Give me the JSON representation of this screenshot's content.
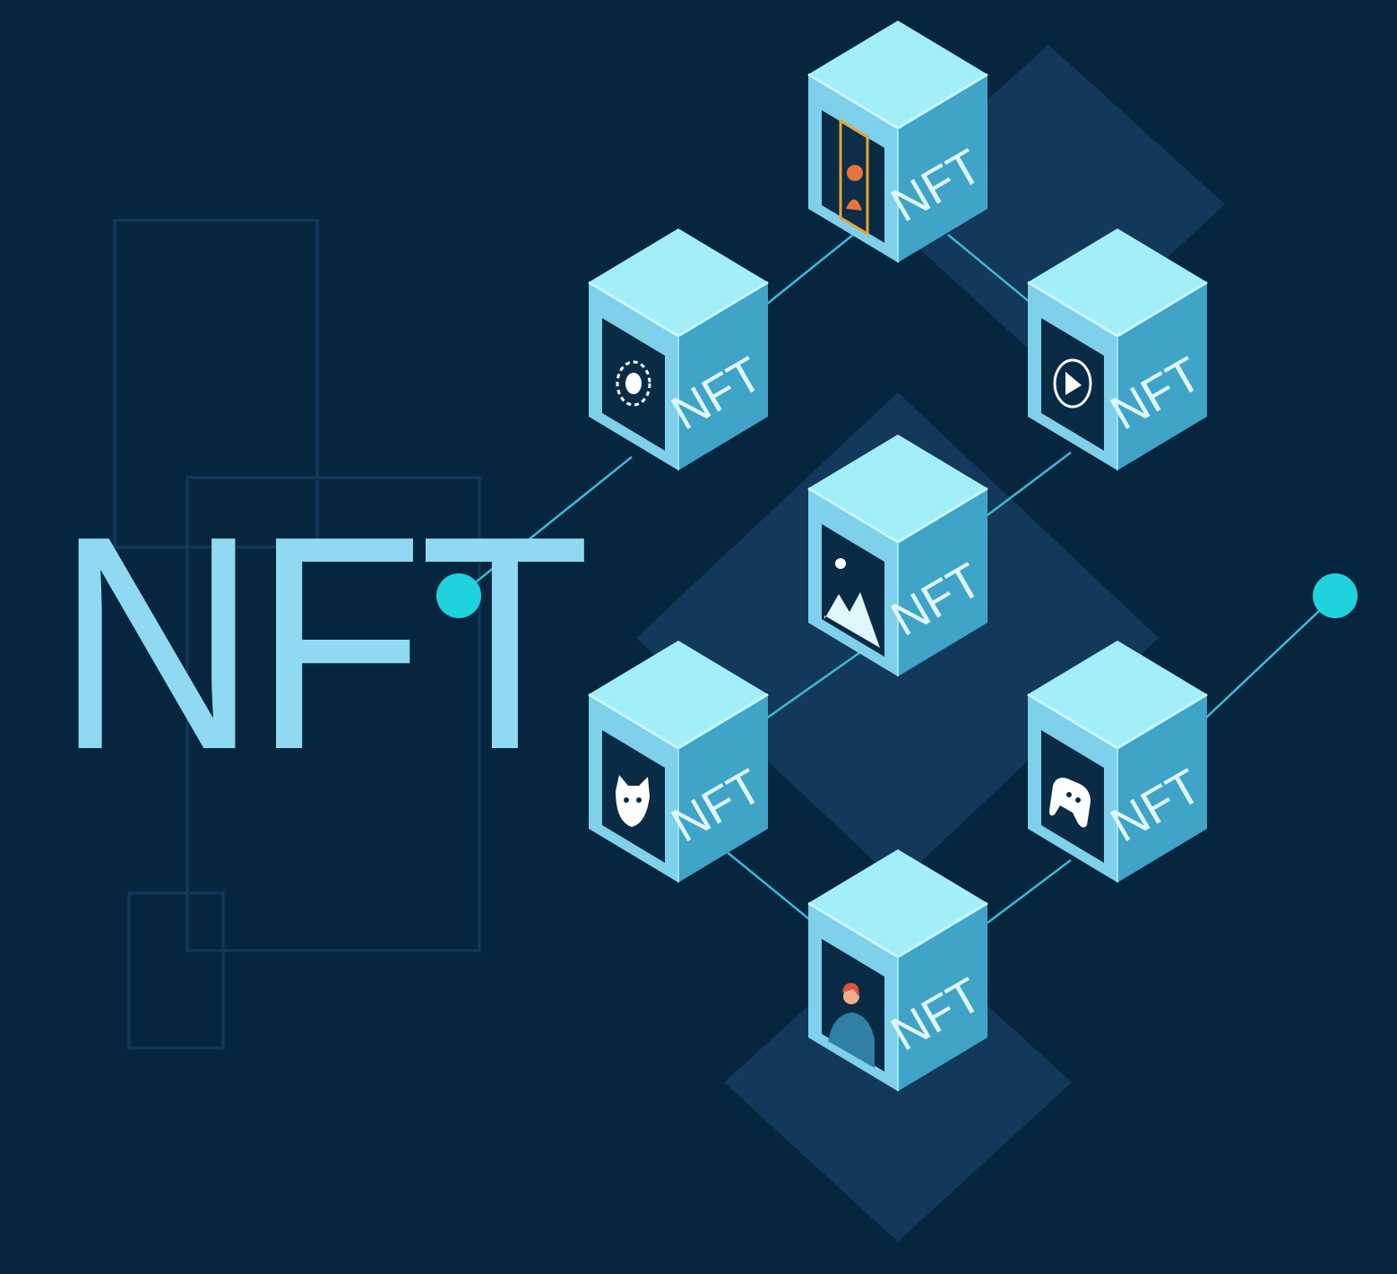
{
  "headline": "NFT",
  "cube_label": "NFT",
  "colors": {
    "background": "#062640",
    "outline": "#14385a",
    "diamond": "#12385b",
    "cube_top": "#a2eef9",
    "cube_left": "#7fd0ea",
    "cube_right": "#3fa4c7",
    "link": "#3fb9d2",
    "node": "#1fd2de",
    "headline": "#8fd9f2"
  },
  "cubes": [
    {
      "id": "portrait-frame",
      "icon": "framed-portrait-icon"
    },
    {
      "id": "coin",
      "icon": "coin-icon"
    },
    {
      "id": "play",
      "icon": "play-icon"
    },
    {
      "id": "landscape",
      "icon": "landscape-icon"
    },
    {
      "id": "cat",
      "icon": "cat-icon"
    },
    {
      "id": "gamepad",
      "icon": "gamepad-icon"
    },
    {
      "id": "person",
      "icon": "person-icon"
    }
  ]
}
